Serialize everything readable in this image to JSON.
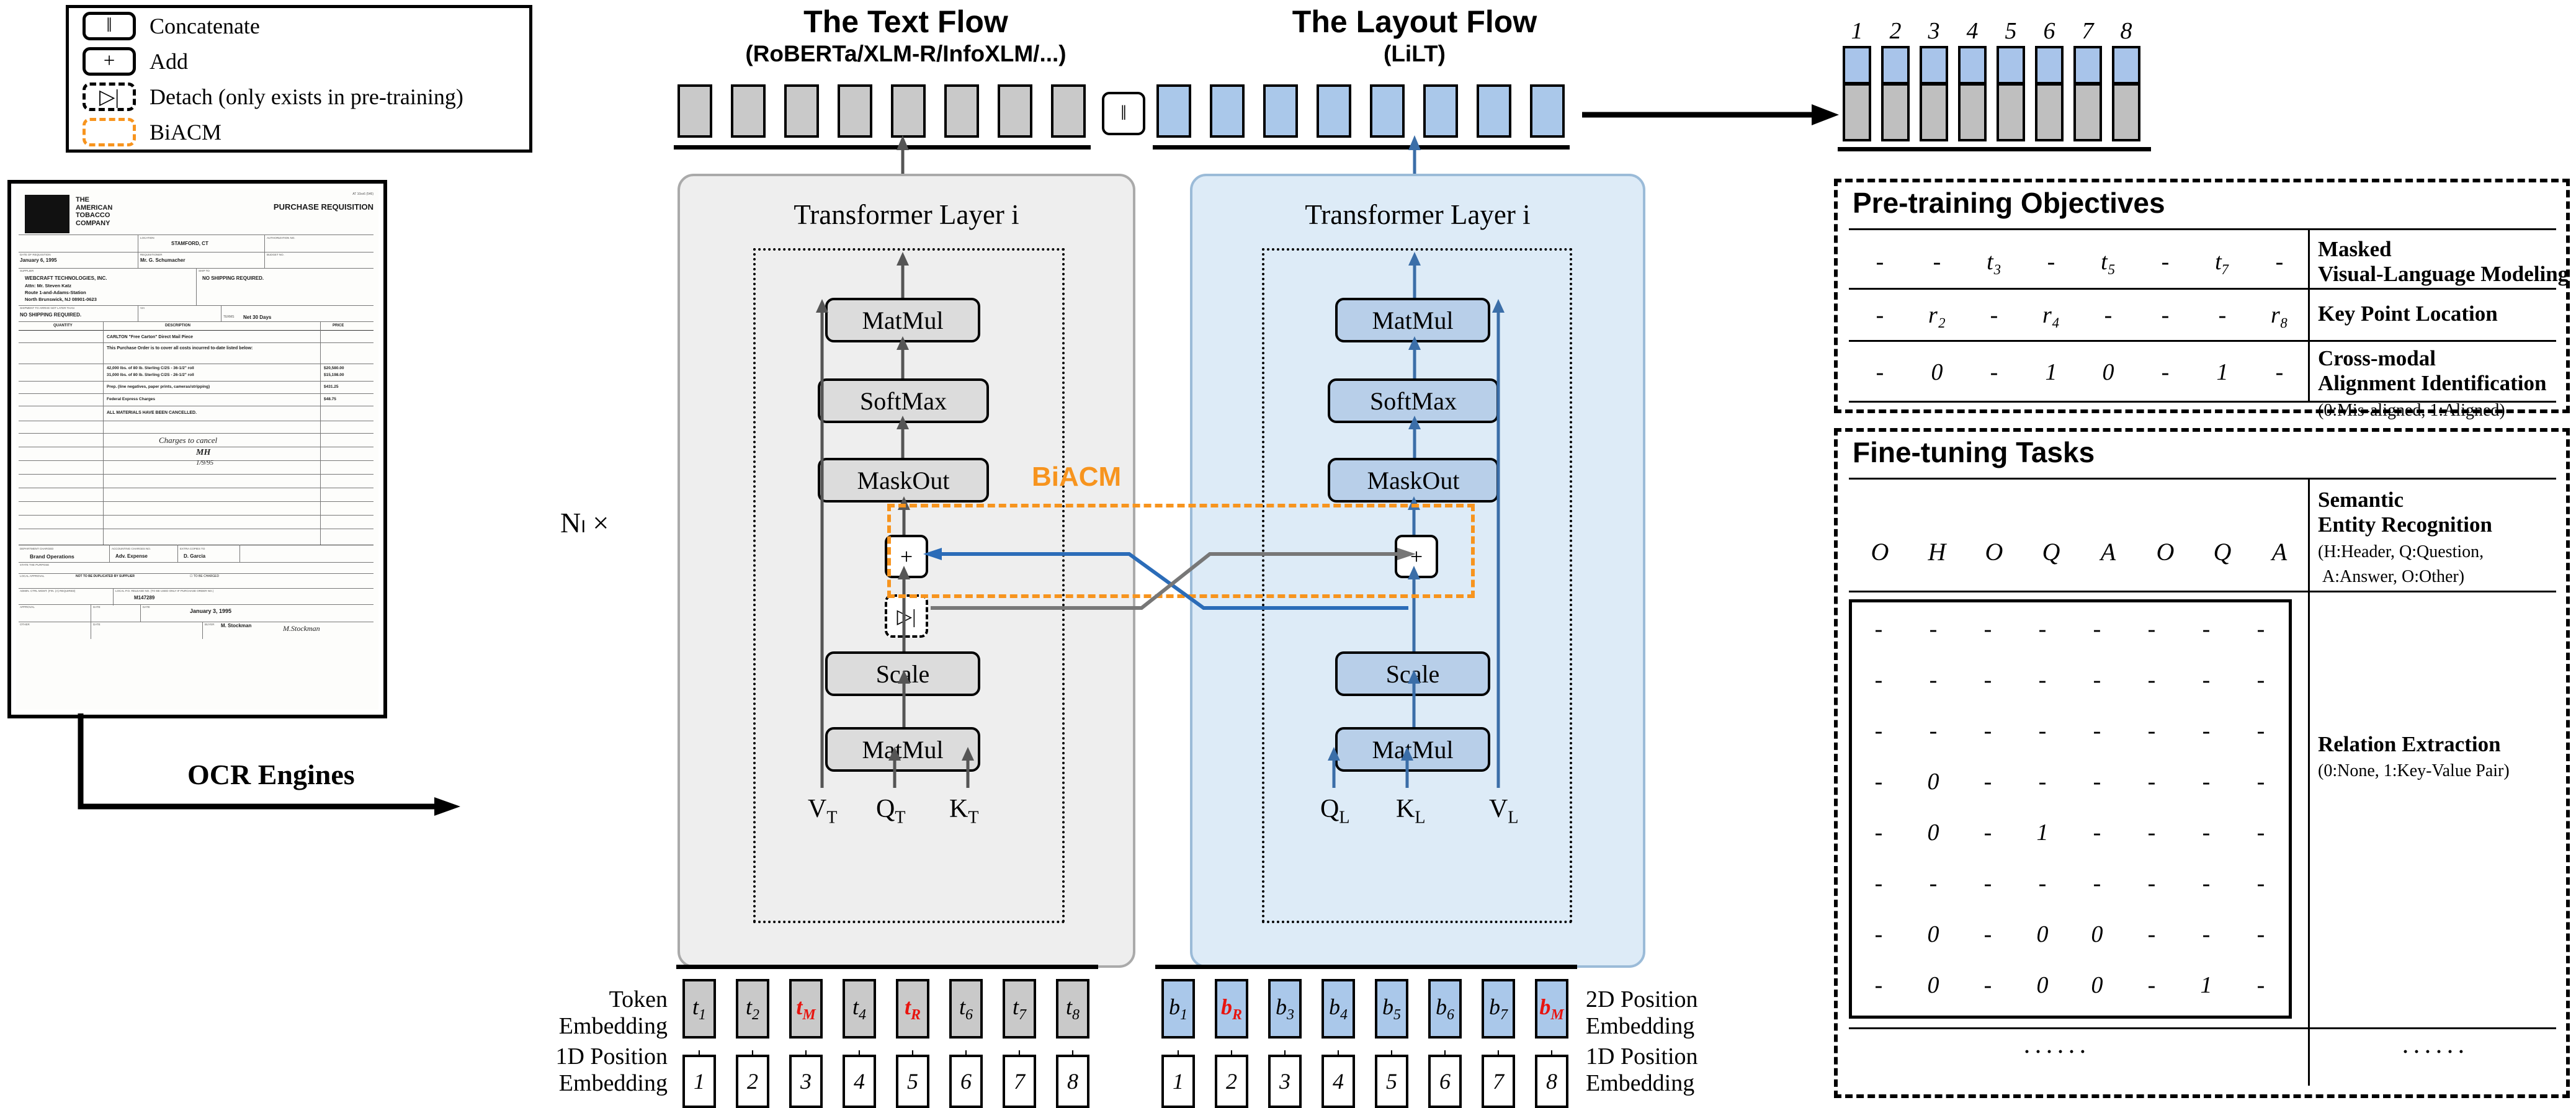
{
  "legend": {
    "items": [
      {
        "glyph": "‖",
        "label": "Concatenate",
        "style": "solid"
      },
      {
        "glyph": "+",
        "label": "Add",
        "style": "solid"
      },
      {
        "glyph": "▷|",
        "label": "Detach (only exists in pre-training)",
        "style": "dashed"
      },
      {
        "glyph": "",
        "label": "BiACM",
        "style": "orange-dashed"
      }
    ]
  },
  "document": {
    "company": "THE AMERICAN TOBACCO COMPANY",
    "doc_title": "PURCHASE REQUISITION",
    "corner_code": "AT 10xx6 (546)",
    "fields": [
      {
        "label": "LOCATION",
        "value": "STAMFORD, CT"
      },
      {
        "label": "AUTHORIZATION NO.",
        "value": ""
      },
      {
        "label": "DATE OF REQUISITION",
        "value": "January 6, 1995"
      },
      {
        "label": "REQUISITIONER",
        "value": "Mr. G. Schumacher"
      },
      {
        "label": "BUDGET NO.",
        "value": ""
      },
      {
        "label": "SUPPLIER",
        "value": "WEBCRAFT TECHNOLOGIES, INC."
      },
      {
        "label": "SHIP TO",
        "value": "NO SHIPPING REQUIRED."
      },
      {
        "label": "",
        "value": "Attn: Mr. Steven Katz"
      },
      {
        "label": "",
        "value": "Route 1-and-Adams-Station"
      },
      {
        "label": "",
        "value": "North Brunswick, NJ 08901-0623"
      },
      {
        "label": "SHIPMENT TO ARRIVE NOT LATER THAN",
        "value": "NO SHIPPING REQUIRED."
      },
      {
        "label": "TERMS",
        "value": "Net 30 Days"
      }
    ],
    "table_headers": [
      "QUANTITY",
      "DESCRIPTION",
      "PRICE"
    ],
    "table_rows": [
      {
        "qty": "",
        "desc": "CARLTON \"Free Carton\" Direct Mail Piece",
        "price": ""
      },
      {
        "qty": "",
        "desc": "This Purchase Order is to cover all costs incurred to-date listed below:",
        "price": ""
      },
      {
        "qty": "",
        "desc": "42,000 lbs. of 80 lb. Sterling C/2S - 36-1/2\" roll",
        "price": "$20,580.00"
      },
      {
        "qty": "",
        "desc": "31,000 lbs. of 80 lb. Sterling C/2S - 26-1/2\" roll",
        "price": "$15,198.00"
      },
      {
        "qty": "",
        "desc": "Prep. (line negatives, paper prints, cameras/stripping)",
        "price": "$431.25"
      },
      {
        "qty": "",
        "desc": "Federal Express Charges",
        "price": "$48.75"
      },
      {
        "qty": "",
        "desc": "ALL MATERIALS HAVE BEEN CANCELLED.",
        "price": ""
      }
    ],
    "handwriting": [
      "Charges to cancel",
      "MH",
      "1/9/95"
    ],
    "footer": [
      {
        "label": "DEPARTMENT CHARGED",
        "value": "Brand Operations"
      },
      {
        "label": "ACCOUNTING CHARGES NO.",
        "value": "Adv. Expense"
      },
      {
        "label": "EXTRA COPIES TO",
        "value": "D. Garcia"
      },
      {
        "label": "STATE THE PURPOSE",
        "value": ""
      },
      {
        "label": "LOCAL APPROVAL",
        "value": "NOT TO BE DUPLICATED"
      },
      {
        "label": "ADMIN. CTRL MGMT. (FIN. (A) REQUIRED)",
        "value": "M147289"
      },
      {
        "label": "DATE",
        "value": "January 3, 1995"
      },
      {
        "label": "BUYER",
        "value": "M. Stockman"
      }
    ]
  },
  "ocr": {
    "label": "OCR Engines"
  },
  "text_flow": {
    "title": "The Text Flow",
    "subtitle": "(RoBERTa/XLM-R/InfoXLM/...)"
  },
  "layout_flow": {
    "title": "The Layout Flow",
    "subtitle": "(LiLT)"
  },
  "transformer": {
    "text_layer_title": "Transformer Layer i",
    "layout_layer_title": "Transformer Layer i",
    "repeat_label": "Nₗ ×",
    "text_nodes": [
      "MatMul",
      "SoftMax",
      "MaskOut",
      "Scale",
      "MatMul"
    ],
    "layout_nodes": [
      "MatMul",
      "SoftMax",
      "MaskOut",
      "Scale",
      "MatMul"
    ],
    "biacm_label": "BiACM",
    "add_glyph": "+",
    "detach_glyph": "▷|",
    "concat_glyph": "‖",
    "text_inputs": [
      "V_T",
      "Q_T",
      "K_T"
    ],
    "layout_inputs": [
      "Q_L",
      "K_L",
      "V_L"
    ]
  },
  "embeddings": {
    "token_label": "Token\nEmbedding",
    "pos1d_label_left": "1D Position\nEmbedding",
    "pos2d_label_right": "2D Position\nEmbedding",
    "pos1d_label_right": "1D Position\nEmbedding",
    "plus_glyph": "+",
    "text_tokens": [
      {
        "base": "t",
        "sub": "1",
        "red": false
      },
      {
        "base": "t",
        "sub": "2",
        "red": false
      },
      {
        "base": "t",
        "sub": "M",
        "red": true
      },
      {
        "base": "t",
        "sub": "4",
        "red": false
      },
      {
        "base": "t",
        "sub": "R",
        "red": true
      },
      {
        "base": "t",
        "sub": "6",
        "red": false
      },
      {
        "base": "t",
        "sub": "7",
        "red": false
      },
      {
        "base": "t",
        "sub": "8",
        "red": false
      }
    ],
    "layout_tokens": [
      {
        "base": "b",
        "sub": "1",
        "red": false
      },
      {
        "base": "b",
        "sub": "R",
        "red": true
      },
      {
        "base": "b",
        "sub": "3",
        "red": false
      },
      {
        "base": "b",
        "sub": "4",
        "red": false
      },
      {
        "base": "b",
        "sub": "5",
        "red": false
      },
      {
        "base": "b",
        "sub": "6",
        "red": false
      },
      {
        "base": "b",
        "sub": "7",
        "red": false
      },
      {
        "base": "b",
        "sub": "M",
        "red": true
      }
    ],
    "positions": [
      "1",
      "2",
      "3",
      "4",
      "5",
      "6",
      "7",
      "8"
    ]
  },
  "output_bars": {
    "numbers": [
      "1",
      "2",
      "3",
      "4",
      "5",
      "6",
      "7",
      "8"
    ],
    "top_color": "#a8c4ea",
    "bottom_color": "#bfbfbf"
  },
  "pretraining": {
    "title": "Pre-training Objectives",
    "rows": [
      {
        "values": [
          "-",
          "-",
          "t₃",
          "-",
          "t₅",
          "-",
          "t₇",
          "-"
        ],
        "label": "Masked\nVisual-Language Modeling",
        "sub": ""
      },
      {
        "values": [
          "-",
          "r₂",
          "-",
          "r₄",
          "-",
          "-",
          "-",
          "r₈"
        ],
        "label": "Key Point Location",
        "sub": ""
      },
      {
        "values": [
          "-",
          "0",
          "-",
          "1",
          "0",
          "-",
          "1",
          "-"
        ],
        "label": "Cross-modal\nAlignment Identification",
        "sub": "(0:Mis-aligned, 1:Aligned)"
      }
    ]
  },
  "finetuning": {
    "title": "Fine-tuning Tasks",
    "ser": {
      "values": [
        "O",
        "H",
        "O",
        "Q",
        "A",
        "O",
        "Q",
        "A"
      ],
      "label": "Semantic\nEntity Recognition",
      "sub": "(H:Header, Q:Question,\nA:Answer, O:Other)"
    },
    "re": {
      "matrix": [
        [
          "-",
          "-",
          "-",
          "-",
          "-",
          "-",
          "-",
          "-"
        ],
        [
          "-",
          "-",
          "-",
          "-",
          "-",
          "-",
          "-",
          "-"
        ],
        [
          "-",
          "-",
          "-",
          "-",
          "-",
          "-",
          "-",
          "-"
        ],
        [
          "-",
          "0",
          "-",
          "-",
          "-",
          "-",
          "-",
          "-"
        ],
        [
          "-",
          "0",
          "-",
          "1",
          "-",
          "-",
          "-",
          "-"
        ],
        [
          "-",
          "-",
          "-",
          "-",
          "-",
          "-",
          "-",
          "-"
        ],
        [
          "-",
          "0",
          "-",
          "0",
          "0",
          "-",
          "-",
          "-"
        ],
        [
          "-",
          "0",
          "-",
          "0",
          "0",
          "-",
          "1",
          "-"
        ]
      ],
      "label": "Relation Extraction",
      "sub": "(0:None, 1:Key-Value Pair)",
      "ellipsis": "······"
    }
  },
  "colors": {
    "accent_orange": "#F7941E",
    "blue_fill": "#aac8ea",
    "gray_fill": "#c9c9c9",
    "red_token": "#e8140f",
    "blue_arrow": "#2b6cb8"
  }
}
